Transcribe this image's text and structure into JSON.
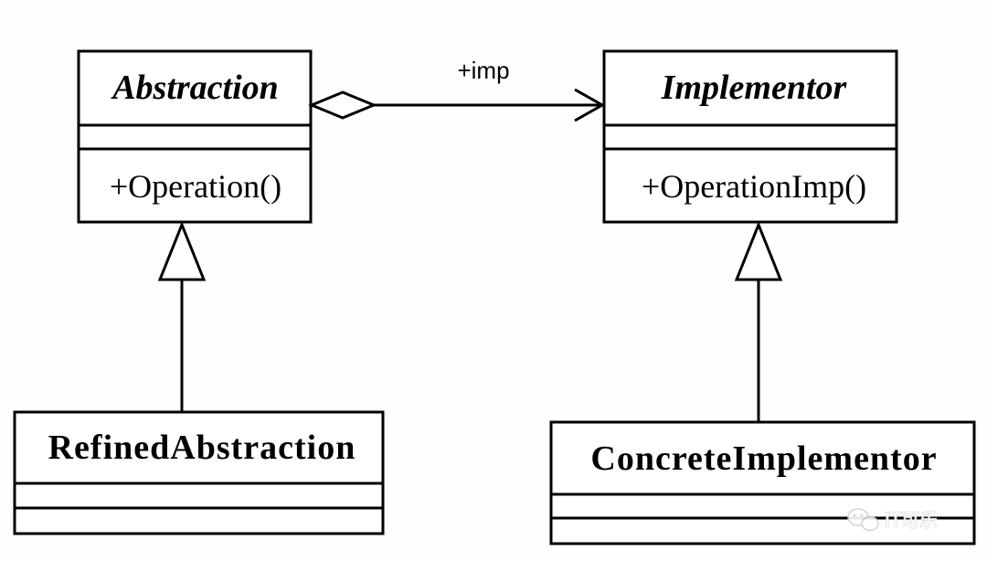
{
  "diagram": {
    "association": {
      "role_label": "+imp"
    },
    "classes": {
      "abstraction": {
        "name": "Abstraction",
        "operations": [
          "+Operation()"
        ]
      },
      "implementor": {
        "name": "Implementor",
        "operations": [
          "+OperationImp()"
        ]
      },
      "refined_abstraction": {
        "name": "RefinedAbstraction",
        "operations": []
      },
      "concrete_implementor": {
        "name": "ConcreteImplementor",
        "operations": []
      }
    }
  },
  "watermark": {
    "text": "IT可乐",
    "icon": "wechat-icon"
  }
}
